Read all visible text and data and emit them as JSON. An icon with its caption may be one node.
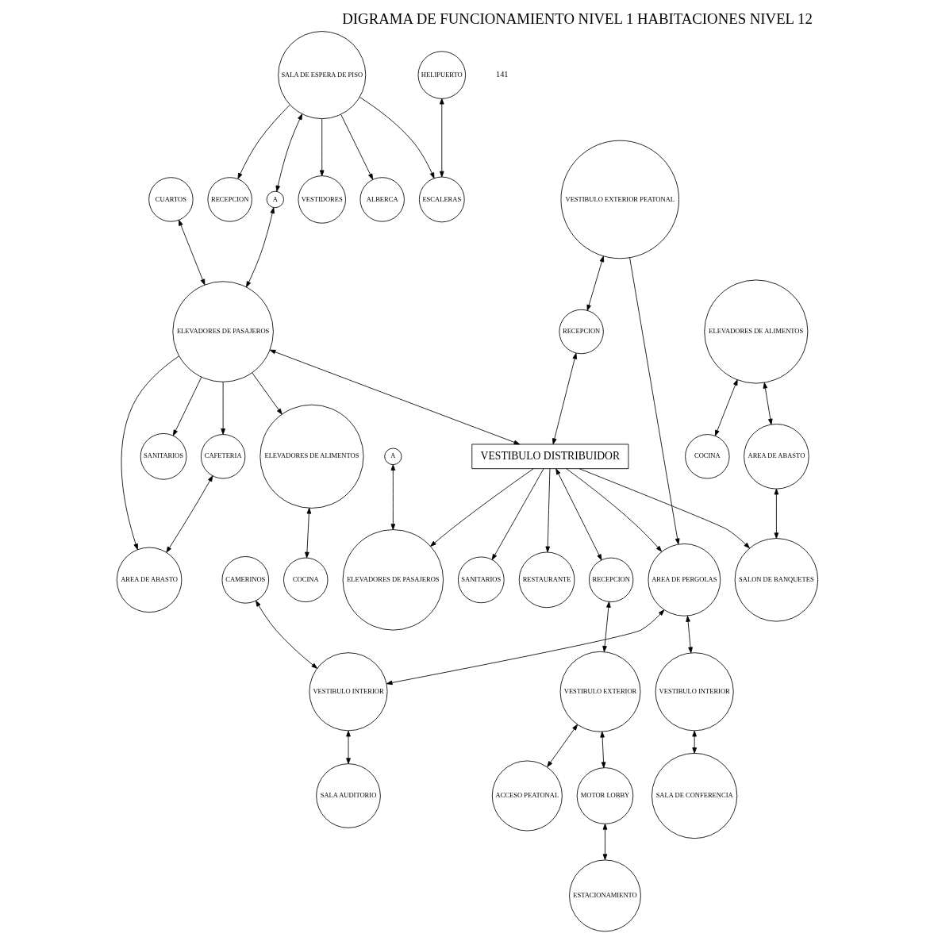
{
  "diagram": {
    "title": "DIGRAMA DE FUNCIONAMIENTO NIVEL 1 HABITACIONES NIVEL 12",
    "nodes": [
      {
        "text": [
          "VESTIDORES"
        ]
      },
      {
        "text": [
          "ALBERCA"
        ]
      },
      {
        "text": [
          "HELIPUERTO"
        ]
      },
      {
        "text": [
          "ESCALERAS"
        ]
      },
      {
        "text": [
          "RECEPCION"
        ]
      },
      {
        "text": [
          "SALA DE ESPERA DE PISO"
        ]
      },
      {
        "text": [
          "VESTIBULO EXTERIOR PEATONAL"
        ]
      },
      {
        "text": [
          "A"
        ]
      },
      {
        "text": [
          "A"
        ]
      },
      {
        "text": [
          "RECEPCION"
        ]
      },
      {
        "text": [
          "CUARTOS"
        ]
      },
      {
        "text": [
          "ELEVADORES DE PASAJEROS"
        ]
      },
      {
        "text": [
          "ELEVADORES DE PASAJEROS"
        ]
      },
      {
        "text": [
          "CAMERINOS"
        ]
      },
      {
        "text": [
          "VESTIBULO DISTRIBUIDOR"
        ]
      },
      {
        "text": [
          "AREA DE PERGOLAS"
        ]
      },
      {
        "text": [
          "VESTIBULO INTERIOR"
        ]
      },
      {
        "text": [
          "SALA AUDITORIO"
        ]
      },
      {
        "text": [
          "RESTAURANTE"
        ]
      },
      {
        "text": [
          "CAFETERIA"
        ]
      },
      {
        "text": [
          "RECEPCION"
        ]
      },
      {
        "text": [
          "ELEVADORES DE ALIMENTOS"
        ]
      },
      {
        "text": [
          "AREA DE ABASTO"
        ]
      },
      {
        "text": [
          "SALON DE BANQUETES"
        ]
      },
      {
        "text": [
          "VESTIBULO INTERIOR"
        ]
      },
      {
        "text": [
          "SALA DE CONFERENCIA"
        ]
      },
      {
        "text": [
          "AREA DE ABASTO"
        ]
      },
      {
        "text": [
          "ELEVADORES DE ALIMENTOS"
        ]
      },
      {
        "text": [
          "VESTIBULO EXTERIOR"
        ]
      },
      {
        "text": [
          "COCINA"
        ]
      },
      {
        "text": [
          "SANITARIOS"
        ]
      },
      {
        "text": [
          "SANITARIOS"
        ]
      },
      {
        "text": [
          "COCINA"
        ]
      },
      {
        "text": [
          "MOTOR LOBBY"
        ]
      },
      {
        "text": [
          "ACCESO PEATONAL"
        ]
      },
      {
        "text": [
          "ESTACIONAMIENTO"
        ]
      }
    ],
    "edges": [
      {
        "from": 5,
        "to": 0,
        "arrow": "to"
      },
      {
        "from": 5,
        "to": 1,
        "arrow": "to"
      },
      {
        "from": 5,
        "to": 3,
        "arrow": "to"
      },
      {
        "from": 5,
        "to": 4,
        "arrow": "to"
      },
      {
        "from": 2,
        "to": 3,
        "arrow": "both"
      },
      {
        "from": 5,
        "to": 7,
        "arrow": "both"
      },
      {
        "from": 7,
        "to": 11,
        "arrow": "both"
      },
      {
        "from": 10,
        "to": 11,
        "arrow": "both"
      },
      {
        "from": 11,
        "to": 27,
        "arrow": "to"
      },
      {
        "from": 11,
        "to": 14,
        "arrow": "both"
      },
      {
        "from": 11,
        "to": 19,
        "arrow": "to"
      },
      {
        "from": 11,
        "to": 26,
        "arrow": "to"
      },
      {
        "from": 11,
        "to": 31,
        "arrow": "to"
      },
      {
        "from": 19,
        "to": 26,
        "arrow": "both"
      },
      {
        "from": 6,
        "to": 9,
        "arrow": "both"
      },
      {
        "from": 9,
        "to": 14,
        "arrow": "both"
      },
      {
        "from": 14,
        "to": 20,
        "arrow": "both"
      },
      {
        "from": 20,
        "to": 28,
        "arrow": "both"
      },
      {
        "from": 28,
        "to": 33,
        "arrow": "both"
      },
      {
        "from": 28,
        "to": 34,
        "arrow": "both"
      },
      {
        "from": 33,
        "to": 35,
        "arrow": "both"
      },
      {
        "from": 8,
        "to": 12,
        "arrow": "both"
      },
      {
        "from": 6,
        "to": 15,
        "arrow": "to"
      },
      {
        "from": 14,
        "to": 12,
        "arrow": "to"
      },
      {
        "from": 14,
        "to": 18,
        "arrow": "to"
      },
      {
        "from": 14,
        "to": 30,
        "arrow": "to"
      },
      {
        "from": 14,
        "to": 23,
        "arrow": "to"
      },
      {
        "from": 14,
        "to": 15,
        "arrow": "to"
      },
      {
        "from": 13,
        "to": 16,
        "arrow": "both"
      },
      {
        "from": 15,
        "to": 16,
        "arrow": "both"
      },
      {
        "from": 16,
        "to": 17,
        "arrow": "both"
      },
      {
        "from": 15,
        "to": 24,
        "arrow": "both"
      },
      {
        "from": 24,
        "to": 25,
        "arrow": "both"
      },
      {
        "from": 21,
        "to": 22,
        "arrow": "both"
      },
      {
        "from": 22,
        "to": 23,
        "arrow": "both"
      },
      {
        "from": 21,
        "to": 29,
        "arrow": "both"
      },
      {
        "from": 27,
        "to": 32,
        "arrow": "both"
      }
    ],
    "labels": [
      "141"
    ]
  }
}
